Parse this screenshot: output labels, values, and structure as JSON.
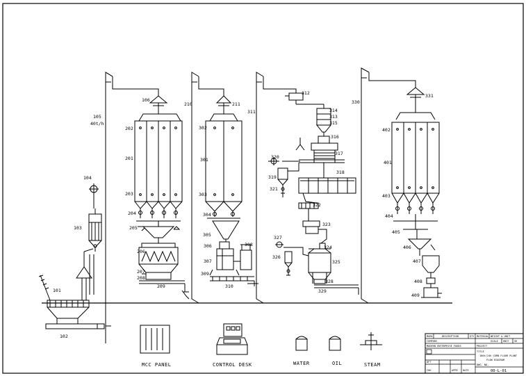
{
  "equipment_tags": {
    "t101": "101",
    "t102": "102",
    "t103": "103",
    "t104": "104",
    "t105": "105",
    "t105b": "40t/h",
    "t106": "106",
    "t201": "201",
    "t202": "202",
    "t203": "203",
    "t204": "204",
    "t205": "205",
    "t206": "206",
    "t207": "207",
    "t208": "208",
    "t209": "209",
    "t210": "210",
    "t211": "211",
    "t301": "301",
    "t302": "302",
    "t303": "303",
    "t304": "304",
    "t305": "305",
    "t306": "306",
    "t307": "307",
    "t308": "308",
    "t309": "309",
    "t310": "310",
    "t311": "311",
    "t312": "312",
    "t313": "313",
    "t314": "314",
    "t315": "315",
    "t316": "316",
    "t317": "317",
    "t318": "318",
    "t319": "319",
    "t320": "320",
    "t321": "321",
    "t322": "322",
    "t323": "323",
    "t324": "324",
    "t325": "325",
    "t326": "326",
    "t327": "327",
    "t328": "328",
    "t329": "329",
    "t330": "330",
    "t331": "331",
    "t401": "401",
    "t402": "402",
    "t403": "403",
    "t404": "404",
    "t405": "405",
    "t406": "406",
    "t407": "407",
    "t408": "408",
    "t409": "409"
  },
  "legend": {
    "mcc_panel": "MCC PANEL",
    "control_desk": "CONTROL DESK",
    "water": "WATER",
    "oil": "OIL",
    "steam": "STEAM"
  },
  "title_block": {
    "mark": "MARK",
    "description": "DESCRIPTION",
    "qty": "QTY",
    "material": "MATERIAL",
    "weight": "WEIGHT & UNIT",
    "company_hdr": "COMPANY",
    "company": "MODERN ENTERPRISE FOODS",
    "scale": "SCALE",
    "unit": "UNIT",
    "sheet": "SH",
    "project_hdr": "PROJECT",
    "title_hdr": "TITLE",
    "title_line1": "100t/24h CORN FLOUR PLANT",
    "title_line2": "FLOW DIAGRAM",
    "drawn": "DFT",
    "checked": "CHK",
    "approved": "APPD",
    "date": "DATE",
    "dwg_no_hdr": "DWG. NO.",
    "dwg_no": "00-L-01"
  }
}
